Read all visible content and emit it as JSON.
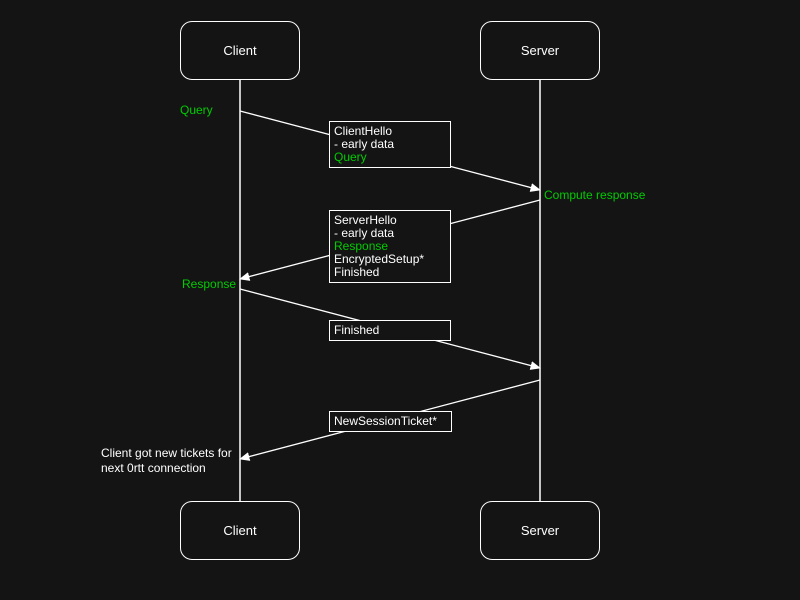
{
  "colors": {
    "background": "#141414",
    "line": "#ffffff",
    "accent_green": "#00cc00"
  },
  "actors": {
    "top_client": "Client",
    "top_server": "Server",
    "bottom_client": "Client",
    "bottom_server": "Server"
  },
  "labels": {
    "query": "Query",
    "compute_response": "Compute response",
    "response": "Response",
    "note_line1": "Client got new tickets for",
    "note_line2": "next 0rtt connection"
  },
  "messages": {
    "client_hello": {
      "line1": "ClientHello",
      "line2": "- early data",
      "line3": "Query"
    },
    "server_hello": {
      "line1": "ServerHello",
      "line2": "- early data",
      "line3": "Response",
      "line4": "EncryptedSetup*",
      "line5": "Finished"
    },
    "finished": {
      "line1": "Finished"
    },
    "new_session_ticket": {
      "line1": "NewSessionTicket*"
    }
  }
}
